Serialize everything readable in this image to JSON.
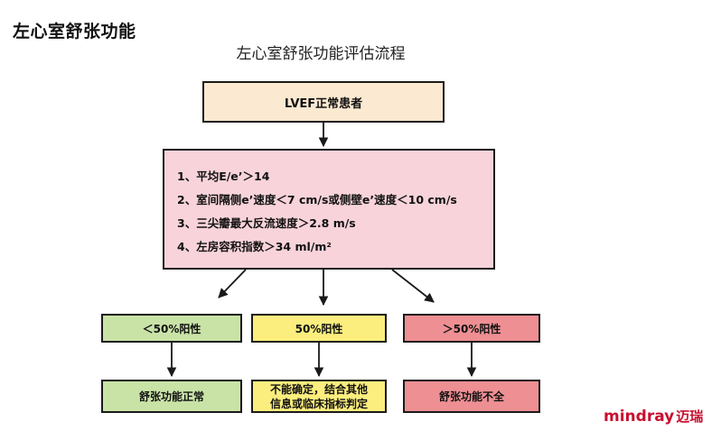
{
  "page": {
    "heading": "左心室舒张功能"
  },
  "diagram": {
    "title": "左心室舒张功能评估流程",
    "root": "LVEF正常患者",
    "criteria": [
      "1、平均E/e’＞14",
      "2、室间隔侧e’速度＜7 cm/s或侧壁e’速度＜10 cm/s",
      "3、三尖瓣最大反流速度＞2.8 m/s",
      "4、左房容积指数＞34 ml/m²"
    ],
    "branches": [
      {
        "condition": "＜50%阳性",
        "outcome_lines": [
          "舒张功能正常"
        ],
        "color": "#c9e3a7"
      },
      {
        "condition": "50%阳性",
        "outcome_lines": [
          "不能确定，结合其他",
          "信息或临床指标判定"
        ],
        "color": "#fbee7e"
      },
      {
        "condition": "＞50%阳性",
        "outcome_lines": [
          "舒张功能不全"
        ],
        "color": "#ee8f93"
      }
    ],
    "colors": {
      "root": "#fbe9d1",
      "criteria": "#f8d3da",
      "border": "#1a1a1a"
    }
  },
  "brand": {
    "name": "mindray",
    "name_cn": "迈瑞",
    "color": "#c8102e"
  }
}
